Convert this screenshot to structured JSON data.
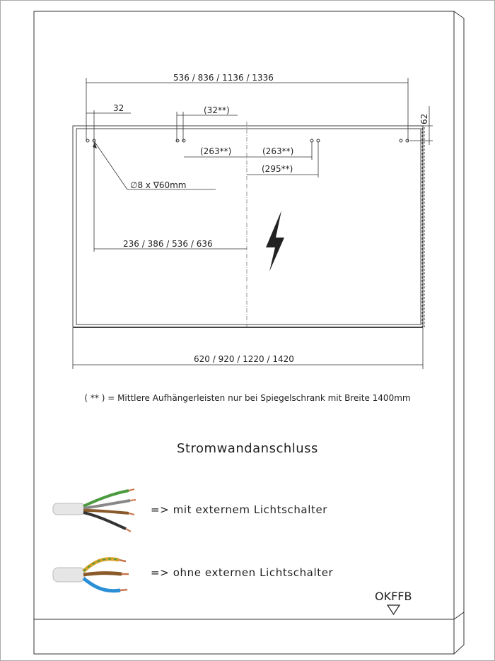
{
  "dimensions": {
    "top_width": "536 / 836 / 1136 / 1336",
    "left_offset": "32",
    "middle_offset": "(32**)",
    "right_offset": "62",
    "mid_left": "(263**)",
    "mid_right": "(263**)",
    "mid_center": "(295**)",
    "hole_spec": "∅8 x ∇60mm",
    "center_distance": "236 / 386 / 536 / 636",
    "bottom_width": "620 / 920 / 1220 / 1420"
  },
  "footnote": "( ** ) = Mittlere Aufhängerleisten nur bei Spiegelschrank mit Breite 1400mm",
  "section_title": "Stromwandanschluss",
  "cables": [
    {
      "label": "=> mit externem Lichtschalter",
      "icon": "four-wire-cable-icon"
    },
    {
      "label": "=> ohne externen Lichtschalter",
      "icon": "three-wire-cable-icon"
    }
  ],
  "floor_label": "OKFFB",
  "colors": {
    "cable_green": "#4a9a3e",
    "cable_blue": "#2b8fd6",
    "cable_yellow": "#d9a32a",
    "cable_brown": "#8a5a2b",
    "cable_copper": "#c8744a"
  }
}
